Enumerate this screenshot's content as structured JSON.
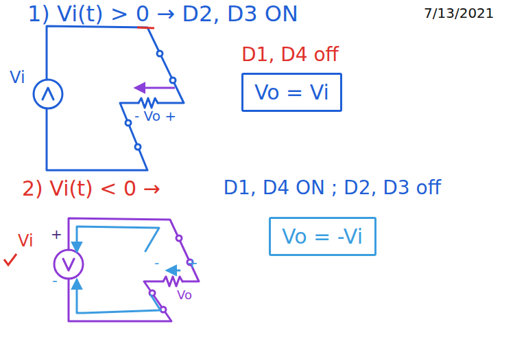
{
  "diagram": {
    "nodes": [
      {
        "text": [
          "Vo = Vi"
        ]
      },
      {
        "text": [
          "Vo = -Vi"
        ]
      }
    ],
    "labels": [
      "1) Vi(t) > 0 → D2, D3 ON",
      "7/13/2021",
      "D1, D4 off",
      "Vi",
      "- Vo +",
      "2) Vi(t) < 0 →",
      "D1, D4 ON ; D2, D3 off",
      "Vi",
      "+",
      "-",
      "-",
      "Vo",
      "+"
    ]
  }
}
